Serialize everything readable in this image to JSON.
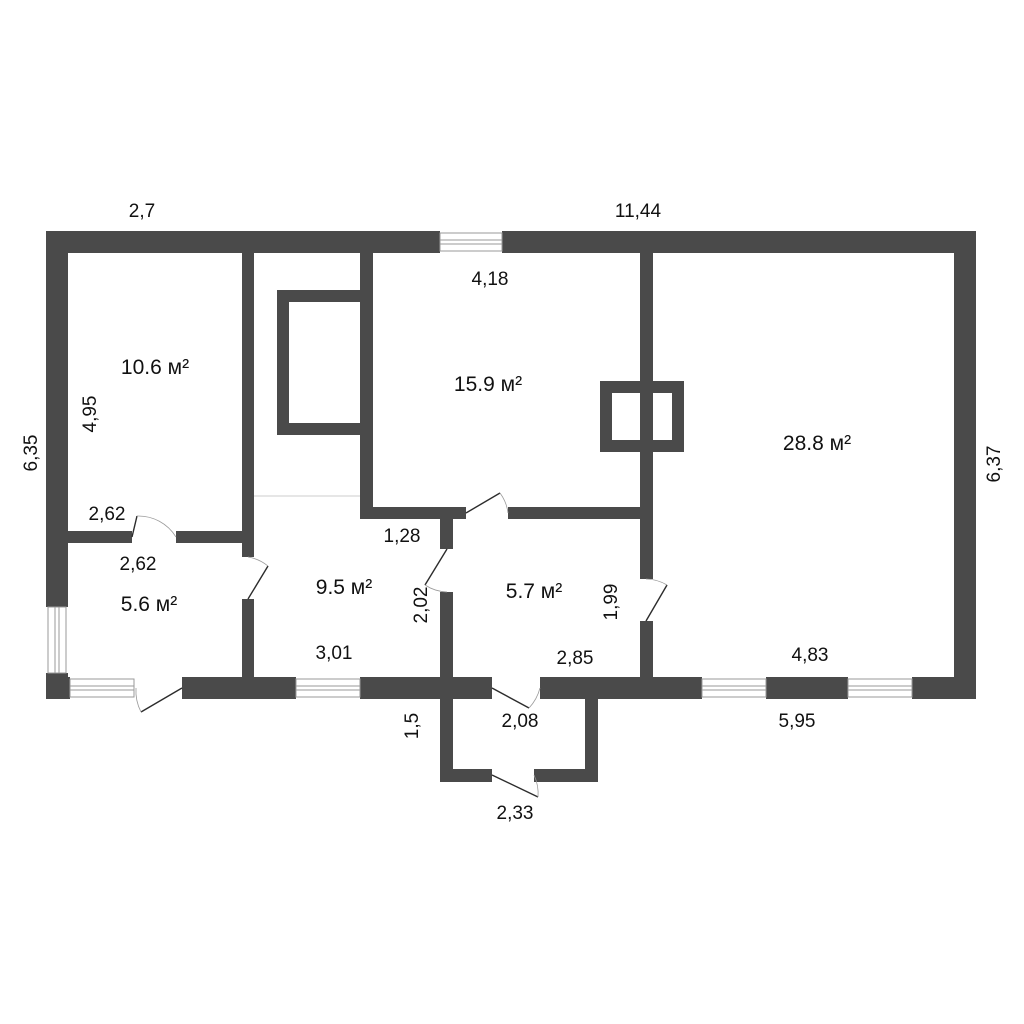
{
  "rooms": [
    {
      "id": "room-a",
      "area": "10.6 м²"
    },
    {
      "id": "room-b",
      "area": "15.9 м²"
    },
    {
      "id": "room-c",
      "area": "28.8 м²"
    },
    {
      "id": "room-d",
      "area": "5.6 м²"
    },
    {
      "id": "room-e",
      "area": "9.5 м²"
    },
    {
      "id": "room-f",
      "area": "5.7 м²"
    }
  ],
  "dimensions": {
    "top_left": "2,7",
    "top_overall": "11,44",
    "room_b_width": "4,18",
    "left_overall": "6,35",
    "room_a_height": "4,95",
    "room_a_width": "2,62",
    "room_d_width": "2,62",
    "right_overall": "6,37",
    "corridor_width": "1,28",
    "room_e_height": "2,02",
    "room_f_height": "1,99",
    "room_e_width": "3,01",
    "room_f_width": "2,85",
    "room_c_width": "4,83",
    "porch_depth": "1,5",
    "porch_inner_width": "2,08",
    "porch_outer_width": "2,33",
    "bottom_right": "5,95"
  }
}
